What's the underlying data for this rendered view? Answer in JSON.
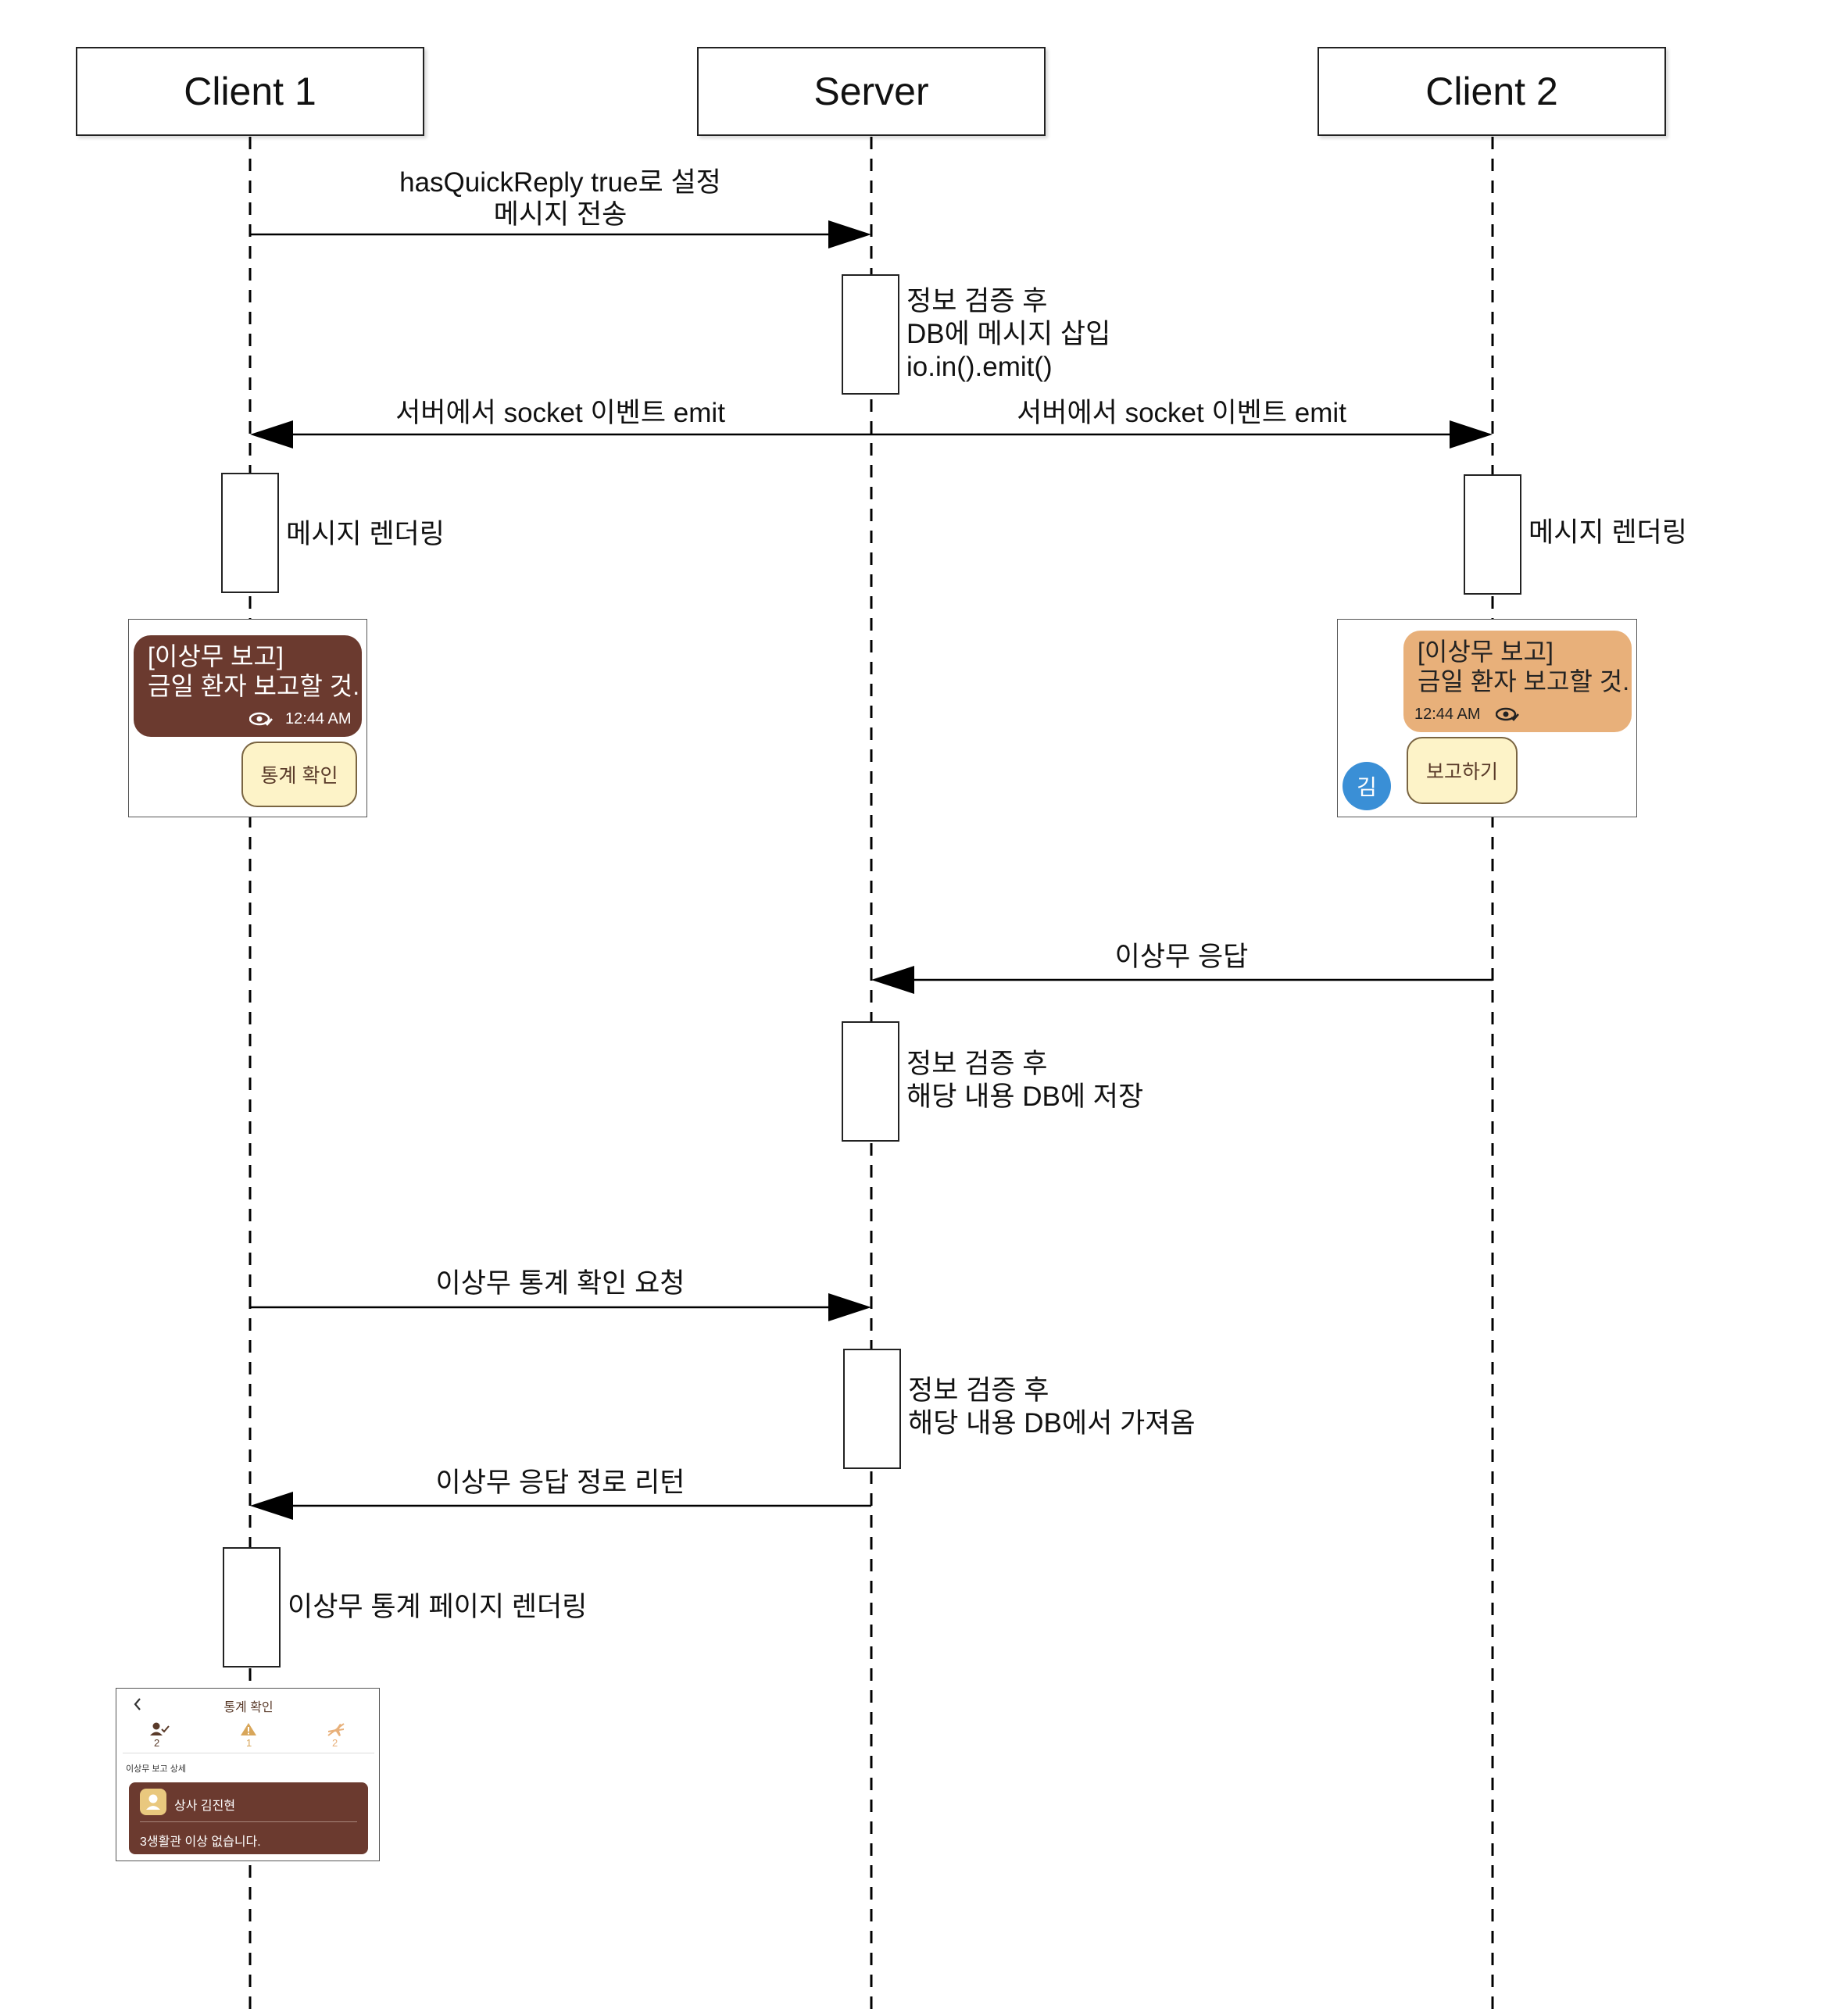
{
  "actors": {
    "client1": "Client 1",
    "server": "Server",
    "client2": "Client 2"
  },
  "messages": {
    "m1_line1": "hasQuickReply true로 설정",
    "m1_line2": "메시지 전송",
    "emit_left": "서버에서 socket 이벤트 emit",
    "emit_right": "서버에서 socket 이벤트 emit",
    "response": "이상무 응답",
    "stats_request": "이상무 통계 확인 요청",
    "return_response": "이상무 응답 정로 리턴"
  },
  "notes": {
    "server_verify1": [
      "정보 검증 후",
      "DB에 메시지 삽입",
      "io.in().emit()"
    ],
    "c1_render": "메시지 렌더링",
    "c2_render": "메시지 렌더링",
    "server_verify2": [
      "정보 검증 후",
      "해당 내용 DB에 저장"
    ],
    "server_verify3": [
      "정보 검증 후",
      "해당 내용 DB에서 가져옴"
    ],
    "c1_stats_render": "이상무 통계 페이지 렌더링"
  },
  "chat_client1": {
    "title": "[이상무 보고]",
    "body": "금일 환자 보고할 것.",
    "time": "12:44 AM",
    "read_icon": "eye-check-icon",
    "button": "통계 확인"
  },
  "chat_client2": {
    "title": "[이상무 보고]",
    "body": "금일 환자 보고할 것.",
    "time": "12:44 AM",
    "read_icon": "eye-check-icon",
    "avatar": "김",
    "button": "보고하기"
  },
  "stats_page": {
    "title": "통계 확인",
    "back_icon": "chevron-left-icon",
    "stats": [
      {
        "icon": "user-check-icon",
        "value": "2"
      },
      {
        "icon": "warning-icon",
        "value": "1"
      },
      {
        "icon": "plane-off-icon",
        "value": "2"
      }
    ],
    "section": "이상무 보고 상세",
    "report_name": "상사 김진현",
    "report_text": "3생활관 이상 없습니다."
  },
  "colors": {
    "bubble_dark": "#6b3a2f",
    "bubble_light": "#e8b07a",
    "reply_button": "#fdf3c8",
    "avatar": "#3a8fd6"
  }
}
